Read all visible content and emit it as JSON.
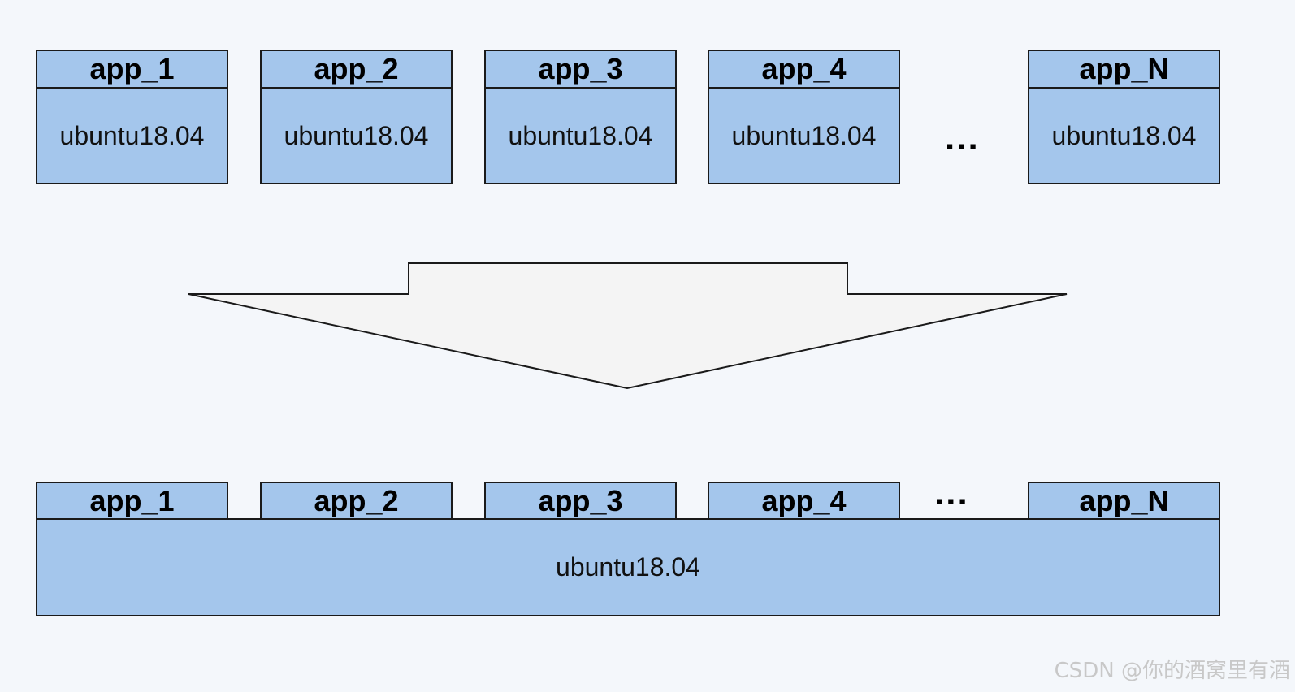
{
  "top_row": {
    "boxes": [
      {
        "app": "app_1",
        "os": "ubuntu18.04"
      },
      {
        "app": "app_2",
        "os": "ubuntu18.04"
      },
      {
        "app": "app_3",
        "os": "ubuntu18.04"
      },
      {
        "app": "app_4",
        "os": "ubuntu18.04"
      },
      {
        "app": "app_N",
        "os": "ubuntu18.04"
      }
    ],
    "ellipsis": "..."
  },
  "bottom_row": {
    "apps": [
      "app_1",
      "app_2",
      "app_3",
      "app_4",
      "app_N"
    ],
    "ellipsis": "...",
    "shared_os": "ubuntu18.04"
  },
  "watermark": "CSDN @你的酒窝里有酒",
  "colors": {
    "box_fill": "#a4c6ec",
    "arrow_fill": "#f4f4f4",
    "background": "#f4f7fb"
  }
}
